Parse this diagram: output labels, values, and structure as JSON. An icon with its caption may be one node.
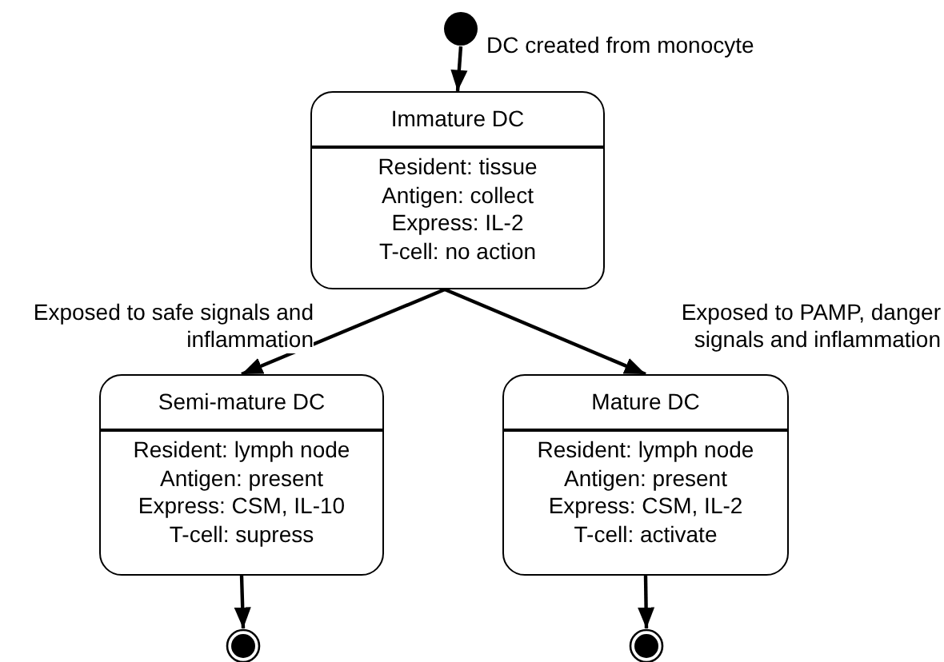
{
  "diagram": {
    "nodes": [
      {
        "text": [],
        "shape": "circle"
      },
      {
        "text": [
          "Immature DC",
          "Resident: tissue",
          "Antigen: collect",
          "Express: IL-2",
          "T-cell: no action"
        ]
      },
      {
        "text": [
          "Semi-mature DC",
          "Resident: lymph node",
          "Antigen: present",
          "Express: CSM, IL-10",
          "T-cell: supress"
        ]
      },
      {
        "text": [
          "Mature DC",
          "Resident: lymph node",
          "Antigen: present",
          "Express: CSM, IL-2",
          "T-cell: activate"
        ]
      },
      {
        "text": [],
        "shape": "circle"
      },
      {
        "text": [],
        "shape": "circle"
      }
    ],
    "edges": [
      {
        "from": 0,
        "to": 1,
        "arrow": "to",
        "label": "DC created from monocyte"
      },
      {
        "from": 1,
        "to": 2,
        "arrow": "to",
        "label": "Exposed to safe signals and inflammation"
      },
      {
        "from": 1,
        "to": 3,
        "arrow": "to",
        "label": "Exposed to PAMP, danger signals and inflammation"
      },
      {
        "from": 2,
        "to": 4,
        "arrow": "to"
      },
      {
        "from": 3,
        "to": 5,
        "arrow": "to"
      }
    ]
  }
}
